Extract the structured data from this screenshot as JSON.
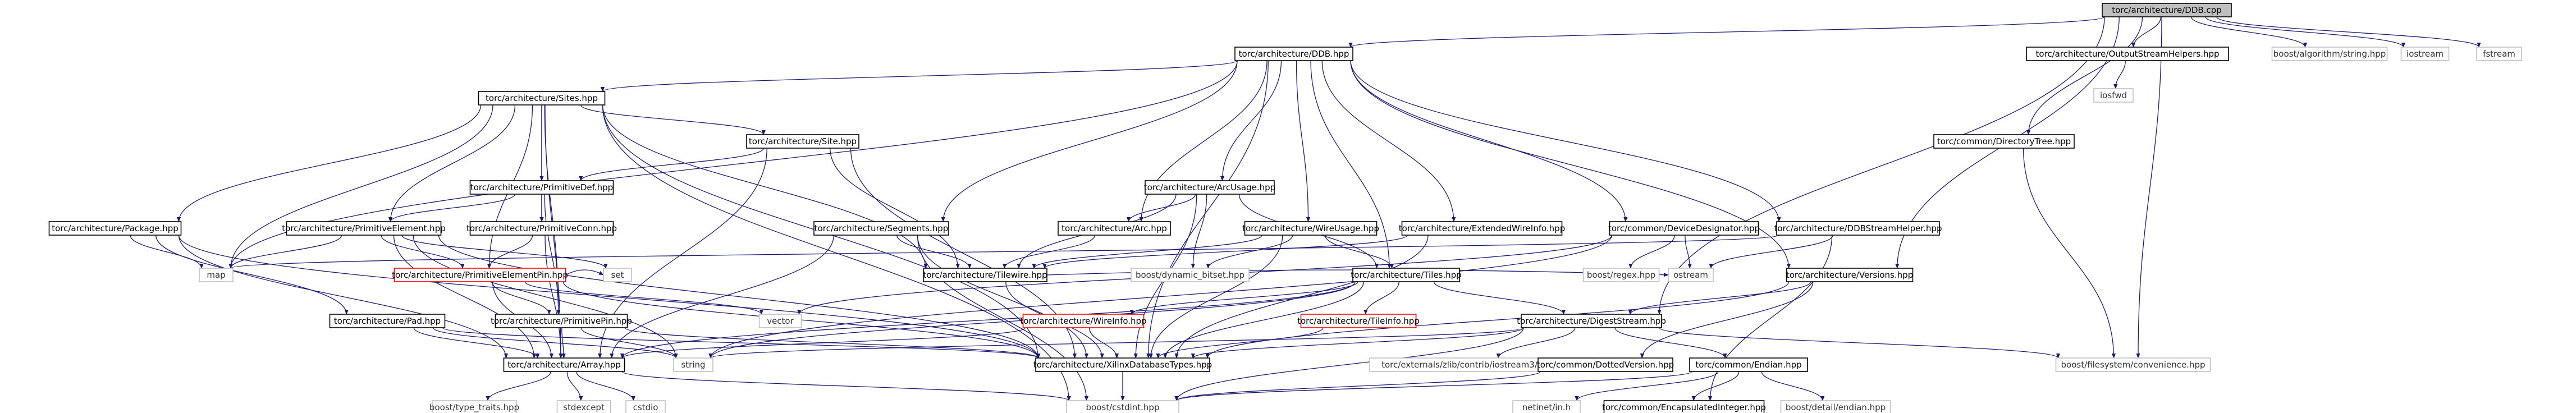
{
  "colors": {
    "edge": "#191970",
    "edge_ext": "#8c8c9c",
    "box_border": "#000000",
    "box_border_ext": "#bfbfbf",
    "box_border_incomplete": "#ff0000",
    "root_fill": "#bfbfbf",
    "text": "#000000",
    "text_ext": "#333333"
  },
  "graph": {
    "nodes": [
      {
        "id": "ddbcpp",
        "label": "torc/architecture/DDB.cpp"
      },
      {
        "id": "ddbhpp",
        "label": "torc/architecture/DDB.hpp"
      },
      {
        "id": "osh",
        "label": "torc/architecture/OutputStreamHelpers.hpp"
      },
      {
        "id": "balgstr",
        "label": "boost/algorithm/string.hpp"
      },
      {
        "id": "iostream",
        "label": "iostream"
      },
      {
        "id": "fstream",
        "label": "fstream"
      },
      {
        "id": "iosfwd",
        "label": "iosfwd"
      },
      {
        "id": "dirtree",
        "label": "torc/common/DirectoryTree.hpp"
      },
      {
        "id": "sites",
        "label": "torc/architecture/Sites.hpp"
      },
      {
        "id": "site",
        "label": "torc/architecture/Site.hpp"
      },
      {
        "id": "primdef",
        "label": "torc/architecture/PrimitiveDef.hpp"
      },
      {
        "id": "primconn",
        "label": "torc/architecture/PrimitiveConn.hpp"
      },
      {
        "id": "package",
        "label": "torc/architecture/Package.hpp"
      },
      {
        "id": "primelem",
        "label": "torc/architecture/PrimitiveElement.hpp"
      },
      {
        "id": "segments",
        "label": "torc/architecture/Segments.hpp"
      },
      {
        "id": "arcusage",
        "label": "torc/architecture/ArcUsage.hpp"
      },
      {
        "id": "arc",
        "label": "torc/architecture/Arc.hpp"
      },
      {
        "id": "wireusage",
        "label": "torc/architecture/WireUsage.hpp"
      },
      {
        "id": "extwire",
        "label": "torc/architecture/ExtendedWireInfo.hpp"
      },
      {
        "id": "devdes",
        "label": "torc/common/DeviceDesignator.hpp"
      },
      {
        "id": "ddbsh",
        "label": "torc/architecture/DDBStreamHelper.hpp"
      },
      {
        "id": "map",
        "label": "map"
      },
      {
        "id": "set",
        "label": "set"
      },
      {
        "id": "tilewire",
        "label": "torc/architecture/Tilewire.hpp"
      },
      {
        "id": "dynbit",
        "label": "boost/dynamic_bitset.hpp"
      },
      {
        "id": "tiles",
        "label": "torc/architecture/Tiles.hpp"
      },
      {
        "id": "bregex",
        "label": "boost/regex.hpp"
      },
      {
        "id": "ostream",
        "label": "ostream"
      },
      {
        "id": "versions",
        "label": "torc/architecture/Versions.hpp"
      },
      {
        "id": "primelempin",
        "label": "torc/architecture/PrimitiveElementPin.hpp"
      },
      {
        "id": "vector",
        "label": "vector"
      },
      {
        "id": "wireinfo",
        "label": "torc/architecture/WireInfo.hpp"
      },
      {
        "id": "tileinfo",
        "label": "torc/architecture/TileInfo.hpp"
      },
      {
        "id": "digest",
        "label": "torc/architecture/DigestStream.hpp"
      },
      {
        "id": "pad",
        "label": "torc/architecture/Pad.hpp"
      },
      {
        "id": "primpin",
        "label": "torc/architecture/PrimitivePin.hpp"
      },
      {
        "id": "string",
        "label": "string"
      },
      {
        "id": "xdbt",
        "label": "torc/architecture/XilinxDatabaseTypes.hpp"
      },
      {
        "id": "bfsconv",
        "label": "boost/filesystem/convenience.hpp"
      },
      {
        "id": "array",
        "label": "torc/architecture/Array.hpp"
      },
      {
        "id": "zfstream",
        "label": "torc/externals/zlib/contrib/iostream3/zfstream.h"
      },
      {
        "id": "dotver",
        "label": "torc/common/DottedVersion.hpp"
      },
      {
        "id": "endian",
        "label": "torc/common/Endian.hpp"
      },
      {
        "id": "btt",
        "label": "boost/type_traits.hpp"
      },
      {
        "id": "stdexcept",
        "label": "stdexcept"
      },
      {
        "id": "cstdio",
        "label": "cstdio"
      },
      {
        "id": "netinet",
        "label": "netinet/in.h"
      },
      {
        "id": "encint",
        "label": "torc/common/EncapsulatedInteger.hpp"
      },
      {
        "id": "bdetend",
        "label": "boost/detail/endian.hpp"
      },
      {
        "id": "bcstdint",
        "label": "boost/cstdint.hpp"
      }
    ]
  }
}
